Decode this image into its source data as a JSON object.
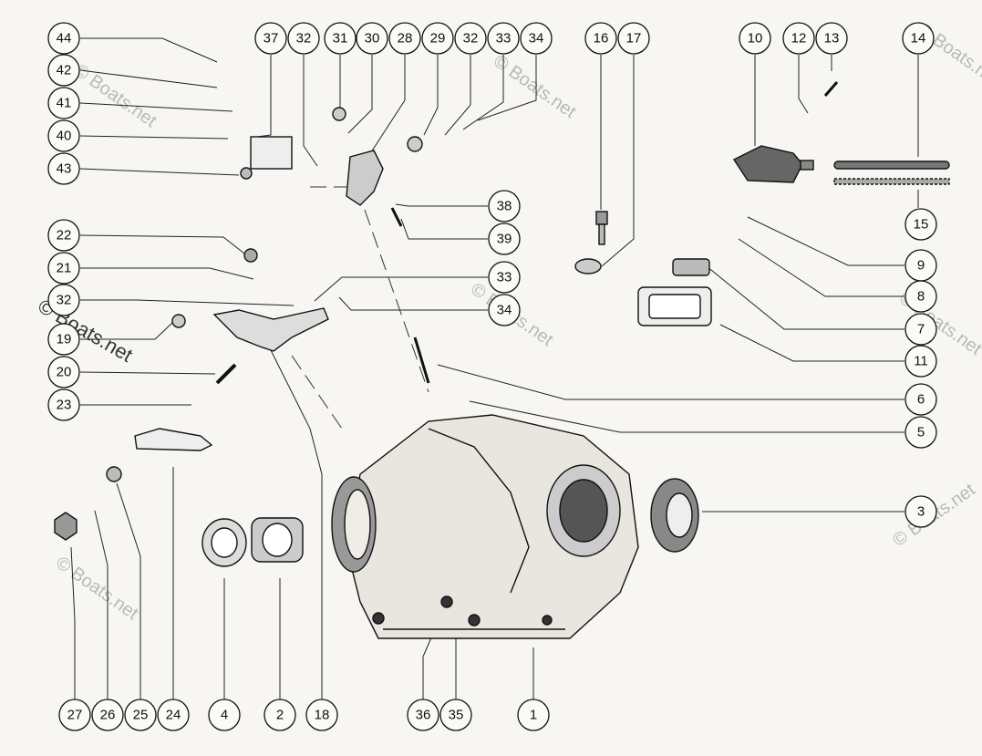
{
  "diagram": {
    "watermark": "© Boats.net",
    "callouts": [
      {
        "id": "c44",
        "label": "44"
      },
      {
        "id": "c42",
        "label": "42"
      },
      {
        "id": "c41",
        "label": "41"
      },
      {
        "id": "c40",
        "label": "40"
      },
      {
        "id": "c43",
        "label": "43"
      },
      {
        "id": "c22",
        "label": "22"
      },
      {
        "id": "c21",
        "label": "21"
      },
      {
        "id": "c32l",
        "label": "32"
      },
      {
        "id": "c19",
        "label": "19"
      },
      {
        "id": "c20",
        "label": "20"
      },
      {
        "id": "c23",
        "label": "23"
      },
      {
        "id": "c37",
        "label": "37"
      },
      {
        "id": "c32t",
        "label": "32"
      },
      {
        "id": "c31",
        "label": "31"
      },
      {
        "id": "c30",
        "label": "30"
      },
      {
        "id": "c28",
        "label": "28"
      },
      {
        "id": "c29",
        "label": "29"
      },
      {
        "id": "c32t2",
        "label": "32"
      },
      {
        "id": "c33t",
        "label": "33"
      },
      {
        "id": "c34t",
        "label": "34"
      },
      {
        "id": "c16",
        "label": "16"
      },
      {
        "id": "c17",
        "label": "17"
      },
      {
        "id": "c10",
        "label": "10"
      },
      {
        "id": "c12",
        "label": "12"
      },
      {
        "id": "c13",
        "label": "13"
      },
      {
        "id": "c14",
        "label": "14"
      },
      {
        "id": "c38",
        "label": "38"
      },
      {
        "id": "c39",
        "label": "39"
      },
      {
        "id": "c33m",
        "label": "33"
      },
      {
        "id": "c34m",
        "label": "34"
      },
      {
        "id": "c15",
        "label": "15"
      },
      {
        "id": "c9",
        "label": "9"
      },
      {
        "id": "c8",
        "label": "8"
      },
      {
        "id": "c7",
        "label": "7"
      },
      {
        "id": "c11",
        "label": "11"
      },
      {
        "id": "c6",
        "label": "6"
      },
      {
        "id": "c5",
        "label": "5"
      },
      {
        "id": "c3",
        "label": "3"
      },
      {
        "id": "c27",
        "label": "27"
      },
      {
        "id": "c26",
        "label": "26"
      },
      {
        "id": "c25",
        "label": "25"
      },
      {
        "id": "c24",
        "label": "24"
      },
      {
        "id": "c4",
        "label": "4"
      },
      {
        "id": "c2",
        "label": "2"
      },
      {
        "id": "c18",
        "label": "18"
      },
      {
        "id": "c36",
        "label": "36"
      },
      {
        "id": "c35",
        "label": "35"
      },
      {
        "id": "c1",
        "label": "1"
      }
    ]
  }
}
